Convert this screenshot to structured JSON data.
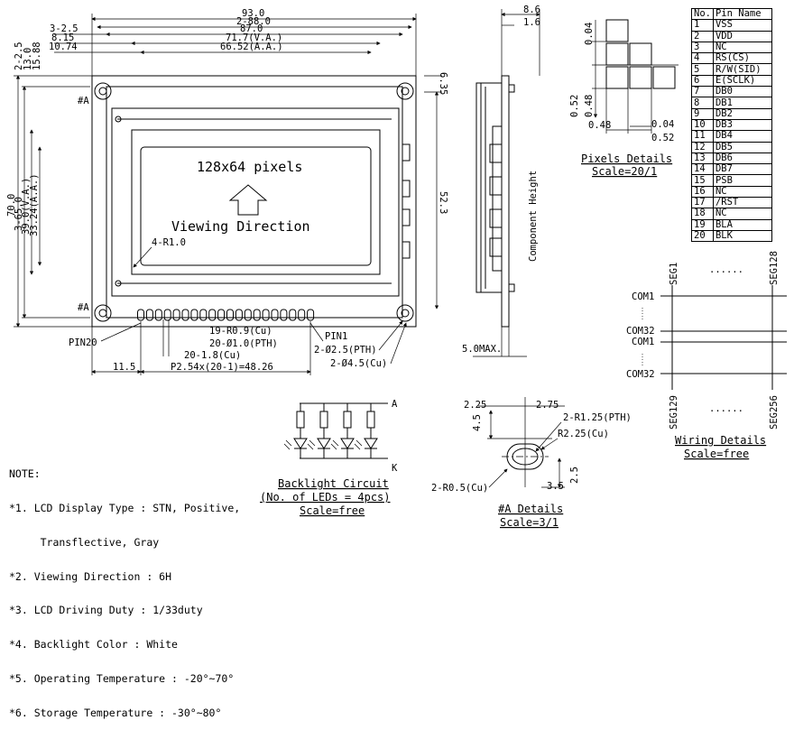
{
  "main_view": {
    "dims": {
      "w_overall": "93.0",
      "w_bezel": "2-88.0",
      "w_inner": "87.0",
      "w_va": "71.7(V.A.)",
      "w_aa": "66.52(A.A.)",
      "off_3_2_5": "3-2.5",
      "off_8_15": "8.15",
      "off_10_74": "10.74",
      "v_2_2_5": "2-2.5",
      "v_13_0": "13.0",
      "v_15_88": "15.88",
      "h_overall": "70.0",
      "h_bezel": "3-65.0",
      "h_va": "39.0(V.A.)",
      "h_aa": "33.24(A.A.)",
      "h_right": "52.3",
      "h_top_right": "6.35",
      "r_4": "4-R1.0",
      "hole_a_top": "#A",
      "hole_a_bottom": "#A",
      "pin20": "PIN20",
      "pin1": "PIN1",
      "r_pad": "19-R0.9(Cu)",
      "pth": "20-Ø1.0(PTH)",
      "cu_pad": "20-1.8(Cu)",
      "pth_big": "2-Ø2.5(PTH)",
      "cu_big": "2-Ø4.5(Cu)",
      "offset_11_5": "11.5",
      "pitch": "P2.54x(20-1)=48.26"
    },
    "screen_label": "128x64 pixels",
    "viewing_label": "Viewing Direction"
  },
  "side_view": {
    "t_8_6": "8.6",
    "t_1_6": "1.6",
    "max_label": "5.0MAX.",
    "component_height": "Component Height"
  },
  "pixel_details": {
    "d_0_04_top": "0.04",
    "d_0_52_v": "0.52",
    "d_0_48_v": "0.48",
    "d_0_48_h": "0.48",
    "d_0_04_h": "0.04",
    "d_0_52_h": "0.52",
    "title": "Pixels Details",
    "scale": "Scale=20/1"
  },
  "pin_table": {
    "header_no": "No.",
    "header_name": "Pin Name",
    "rows": [
      {
        "no": "1",
        "name": "VSS"
      },
      {
        "no": "2",
        "name": "VDD"
      },
      {
        "no": "3",
        "name": "NC"
      },
      {
        "no": "4",
        "name": "RS(CS)"
      },
      {
        "no": "5",
        "name": "R/W(SID)"
      },
      {
        "no": "6",
        "name": "E(SCLK)"
      },
      {
        "no": "7",
        "name": "DB0"
      },
      {
        "no": "8",
        "name": "DB1"
      },
      {
        "no": "9",
        "name": "DB2"
      },
      {
        "no": "10",
        "name": "DB3"
      },
      {
        "no": "11",
        "name": "DB4"
      },
      {
        "no": "12",
        "name": "DB5"
      },
      {
        "no": "13",
        "name": "DB6"
      },
      {
        "no": "14",
        "name": "DB7"
      },
      {
        "no": "15",
        "name": "PSB"
      },
      {
        "no": "16",
        "name": "NC"
      },
      {
        "no": "17",
        "name": "/RST"
      },
      {
        "no": "18",
        "name": "NC"
      },
      {
        "no": "19",
        "name": "BLA"
      },
      {
        "no": "20",
        "name": "BLK"
      }
    ]
  },
  "wiring": {
    "seg1": "SEG1",
    "seg128": "SEG128",
    "seg129": "SEG129",
    "seg256": "SEG256",
    "dots_top": "......",
    "dots_bottom": "......",
    "com1_a": "COM1",
    "com32_a": "COM32",
    "com1_b": "COM1",
    "com32_b": "COM32",
    "title": "Wiring Details",
    "scale": "Scale=free"
  },
  "backlight": {
    "a": "A",
    "k": "K",
    "title": "Backlight Circuit",
    "subtitle": "(No. of LEDs = 4pcs)",
    "scale": "Scale=free"
  },
  "hole_detail": {
    "d_2_25": "2.25",
    "d_2_75": "2.75",
    "d_4_5": "4.5",
    "r_pth": "2-R1.25(PTH)",
    "r_cu": "R2.25(Cu)",
    "r_05": "2-R0.5(Cu)",
    "d_3_5": "3.5",
    "d_2_5": "2.5",
    "title": "#A Details",
    "scale": "Scale=3/1"
  },
  "notes": {
    "heading": "NOTE:",
    "lines": [
      "*1. LCD Display Type : STN, Positive,",
      "     Transflective, Gray",
      "*2. Viewing Direction : 6H",
      "*3. LCD Driving Duty : 1/33duty",
      "*4. Backlight Color : White",
      "*5. Operating Temperature : -20°~70°",
      "*6. Storage Temperature : -30°~80°"
    ]
  }
}
